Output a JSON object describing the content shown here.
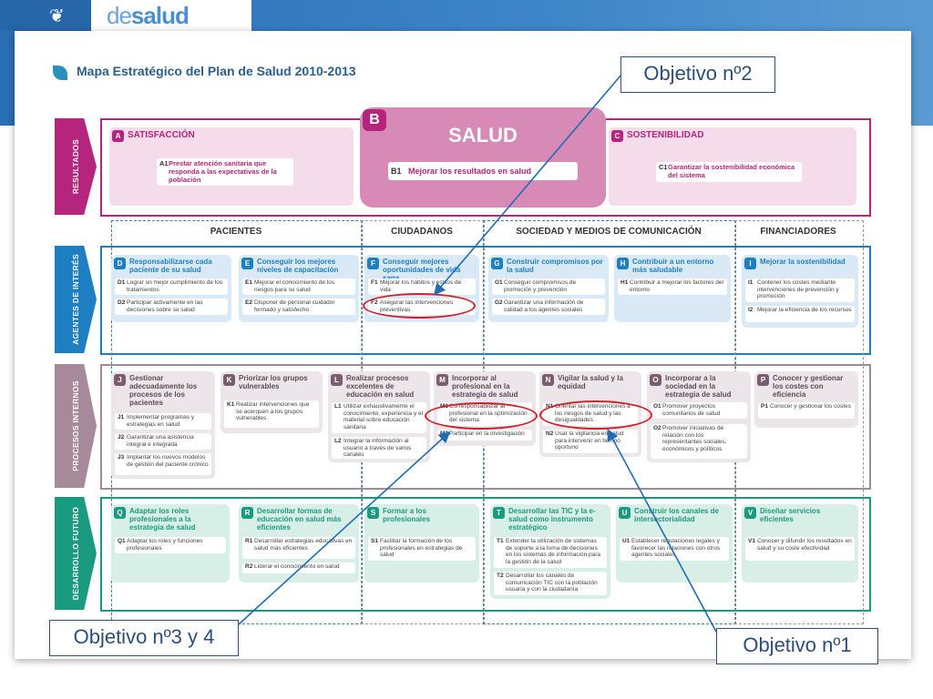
{
  "logo": {
    "prefix": "de",
    "brand": "salud"
  },
  "map_title": "Mapa Estratégico del Plan de Salud 2010-2013",
  "rows": {
    "resultados": "RESULTADOS",
    "agentes": "AGENTES DE INTERÉS",
    "procesos": "PROCESOS INTERNOS",
    "desarrollo": "DESARROLLO FUTURO"
  },
  "columns": [
    "PACIENTES",
    "CIUDADANOS",
    "SOCIEDAD Y MEDIOS DE COMUNICACIÓN",
    "FINANCIADORES"
  ],
  "result": {
    "A": {
      "letter": "A",
      "title": "SATISFACCIÓN",
      "code": "A1",
      "item": "Prestar atención sanitaria que responda a las expectativas de la población"
    },
    "B": {
      "letter": "B",
      "title": "SALUD",
      "code": "B1",
      "item": "Mejorar los resultados en salud"
    },
    "C": {
      "letter": "C",
      "title": "SOSTENIBILIDAD",
      "code": "C1",
      "item": "Garantizar la sostenibilidad económica del sistema"
    }
  },
  "agentes": {
    "D": {
      "letter": "D",
      "title": "Responsabilizarse cada paciente de su salud",
      "items": [
        {
          "code": "D1",
          "text": "Lograr un mejor cumplimiento de los tratamientos"
        },
        {
          "code": "D2",
          "text": "Participar activamente en las decisiones sobre su salud"
        }
      ]
    },
    "E": {
      "letter": "E",
      "title": "Conseguir los mejores niveles de capacitación",
      "items": [
        {
          "code": "E1",
          "text": "Mejorar el conocimiento de los riesgos para su salud"
        },
        {
          "code": "E2",
          "text": "Disponer de personal cuidador formado y satisfecho"
        }
      ]
    },
    "F": {
      "letter": "F",
      "title": "Conseguir mejores oportunidades de vida sana",
      "items": [
        {
          "code": "F1",
          "text": "Mejorar los hábitos y estilos de vida"
        },
        {
          "code": "F2",
          "text": "Asegurar las intervenciones preventivas"
        }
      ]
    },
    "G": {
      "letter": "G",
      "title": "Construir compromisos por la salud",
      "items": [
        {
          "code": "G1",
          "text": "Conseguir compromisos de promoción y prevención"
        },
        {
          "code": "G2",
          "text": "Garantizar una información de calidad a los agentes sociales"
        }
      ]
    },
    "H": {
      "letter": "H",
      "title": "Contribuir a un entorno más saludable",
      "items": [
        {
          "code": "H1",
          "text": "Contribuir a mejorar los factores del entorno"
        }
      ]
    },
    "I": {
      "letter": "I",
      "title": "Mejorar la sostenibilidad",
      "items": [
        {
          "code": "I1",
          "text": "Contener los costes mediante intervenciones de prevención y promoción"
        },
        {
          "code": "I2",
          "text": "Mejorar la eficiencia de los recursos"
        }
      ]
    }
  },
  "procesos": {
    "J": {
      "letter": "J",
      "title": "Gestionar adecuadamente los procesos de los pacientes",
      "items": [
        {
          "code": "J1",
          "text": "Implementar programas y estrategias en salud"
        },
        {
          "code": "J2",
          "text": "Garantizar una asistencia integral e integrada"
        },
        {
          "code": "J3",
          "text": "Implantar los nuevos modelos de gestión del paciente crónico"
        }
      ]
    },
    "K": {
      "letter": "K",
      "title": "Priorizar los grupos vulnerables",
      "items": [
        {
          "code": "K1",
          "text": "Realizar intervenciones que se acerquen a los grupos vulnerables"
        }
      ]
    },
    "L": {
      "letter": "L",
      "title": "Realizar procesos excelentes de educación en salud",
      "items": [
        {
          "code": "L1",
          "text": "Utilizar exhaustivamente el conocimiento, experiencia y el material sobre educación sanitaria"
        },
        {
          "code": "L2",
          "text": "Integrar la información al usuario a través de varios canales"
        }
      ]
    },
    "M": {
      "letter": "M",
      "title": "Incorporar al profesional en la estrategia de salud",
      "items": [
        {
          "code": "M1",
          "text": "Corresponsabilizar al profesional en la optimización del sistema"
        },
        {
          "code": "M2",
          "text": "Participar en la investigación"
        }
      ]
    },
    "N": {
      "letter": "N",
      "title": "Vigilar la salud y la equidad",
      "items": [
        {
          "code": "N1",
          "text": "Orientar las intervenciones a los riesgos de salud y las desigualdades"
        },
        {
          "code": "N2",
          "text": "Usar la vigilancia en salud para intervenir en tiempo oportuno"
        }
      ]
    },
    "O": {
      "letter": "O",
      "title": "Incorporar a la sociedad en la estrategia de salud",
      "items": [
        {
          "code": "O1",
          "text": "Promover proyectos comunitarios de salud"
        },
        {
          "code": "O2",
          "text": "Promover iniciativas de relación con los representantes sociales, económicos y políticos"
        }
      ]
    },
    "P": {
      "letter": "P",
      "title": "Conocer y gestionar los costes con eficiencia",
      "items": [
        {
          "code": "P1",
          "text": "Conocer y gestionar los costes"
        }
      ]
    }
  },
  "desarrollo": {
    "Q": {
      "letter": "Q",
      "title": "Adaptar los roles profesionales a la estrategia de salud",
      "items": [
        {
          "code": "Q1",
          "text": "Adaptar los roles y funciones profesionales"
        }
      ]
    },
    "R": {
      "letter": "R",
      "title": "Desarrollar formas de educación en salud más eficientes",
      "items": [
        {
          "code": "R1",
          "text": "Desarrollar estrategias educativas en salud más eficientes"
        },
        {
          "code": "R2",
          "text": "Liderar el conocimiento en salud"
        }
      ]
    },
    "S": {
      "letter": "S",
      "title": "Formar a los profesionales",
      "items": [
        {
          "code": "S1",
          "text": "Facilitar la formación de los profesionales en estrategias de salud"
        }
      ]
    },
    "T": {
      "letter": "T",
      "title": "Desarrollar las TIC y la e-salud como instrumento estratégico",
      "items": [
        {
          "code": "T1",
          "text": "Extender la utilización de sistemas de soporte a la toma de decisiones en los sistemas de información para la gestión de la salud"
        },
        {
          "code": "T2",
          "text": "Desarrollar los canales de comunicación TIC con la población usuaria y con la ciudadanía"
        }
      ]
    },
    "U": {
      "letter": "U",
      "title": "Construir los canales de intersectorialidad",
      "items": [
        {
          "code": "U1",
          "text": "Establecer regulaciones legales y favorecer las relaciones con otros agentes sociales"
        }
      ]
    },
    "V": {
      "letter": "V",
      "title": "Diseñar servicios eficientes",
      "items": [
        {
          "code": "V1",
          "text": "Conocer y difundir los resultados en salud y su coste efectividad"
        }
      ]
    }
  },
  "callouts": {
    "obj2": "Objetivo nº2",
    "obj34": "Objetivo nº3 y 4",
    "obj1": "Objetivo nº1"
  },
  "colors": {
    "results": "#b5247d",
    "agents": "#1d7fc1",
    "processes": "#a78a9a",
    "future": "#1a9b7f",
    "callout_border": "#2b4f7a",
    "oval": "#d2202a",
    "arrow": "#1f6db3"
  }
}
